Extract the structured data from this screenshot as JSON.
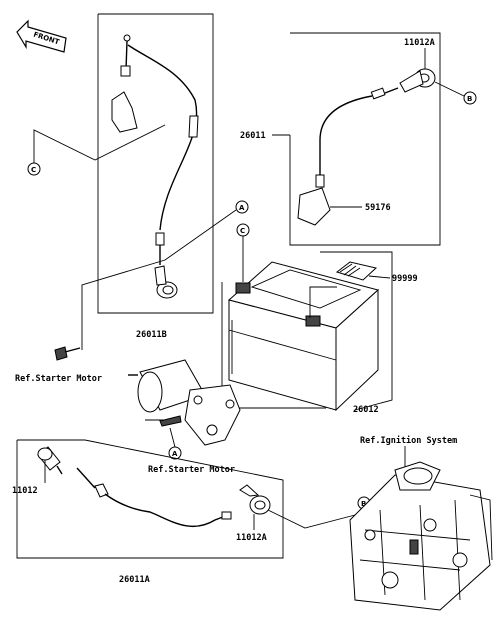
{
  "labels": {
    "front": "FRONT",
    "p11012a_top": "11012A",
    "p26011": "26011",
    "p59176": "59176",
    "p99999": "99999",
    "p26011b": "26011B",
    "ref_starter_motor_left": "Ref.Starter Motor",
    "ref_starter_motor_center": "Ref.Starter Motor",
    "p26012": "26012",
    "ref_ignition_system": "Ref.Ignition System",
    "p11012": "11012",
    "p11012a_bottom": "11012A",
    "p26011a": "26011A"
  },
  "callouts": {
    "a_upper": "A",
    "a_lower": "A",
    "b_upper": "B",
    "b_lower": "B",
    "c_left": "C",
    "c_battery": "C"
  }
}
